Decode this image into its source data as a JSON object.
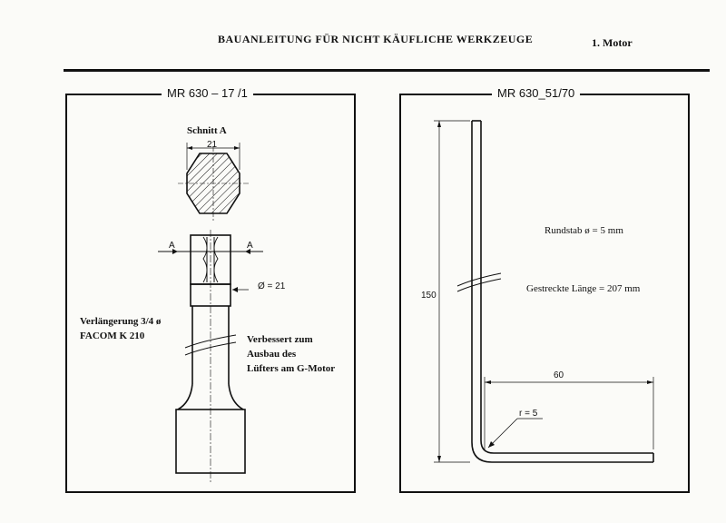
{
  "header": {
    "title": "BAUANLEITUNG FÜR NICHT KÄUFLICHE WERKZEUGE",
    "section": "1. Motor"
  },
  "left_panel": {
    "title": "MR 630 – 17 /1",
    "section_label": "Schnitt  A",
    "width_dim": "21",
    "section_marker_left": "A",
    "section_marker_right": "A",
    "diameter_label": "Ø = 21",
    "extension_line1": "Verlängerung 3/4 ø",
    "extension_line2": "FACOM  K  210",
    "improved_line1": "Verbessert zum",
    "improved_line2": "Ausbau des",
    "improved_line3": "Lüfters am G-Motor"
  },
  "right_panel": {
    "title": "MR 630_51/70",
    "rod_label": "Rundstab  ø  =  5  mm",
    "length_label": "Gestreckte  Länge  =  207  mm",
    "height_dim": "150",
    "width_dim": "60",
    "radius_label": "r = 5"
  },
  "colors": {
    "ink": "#111111",
    "paper": "#fbfbf8"
  }
}
